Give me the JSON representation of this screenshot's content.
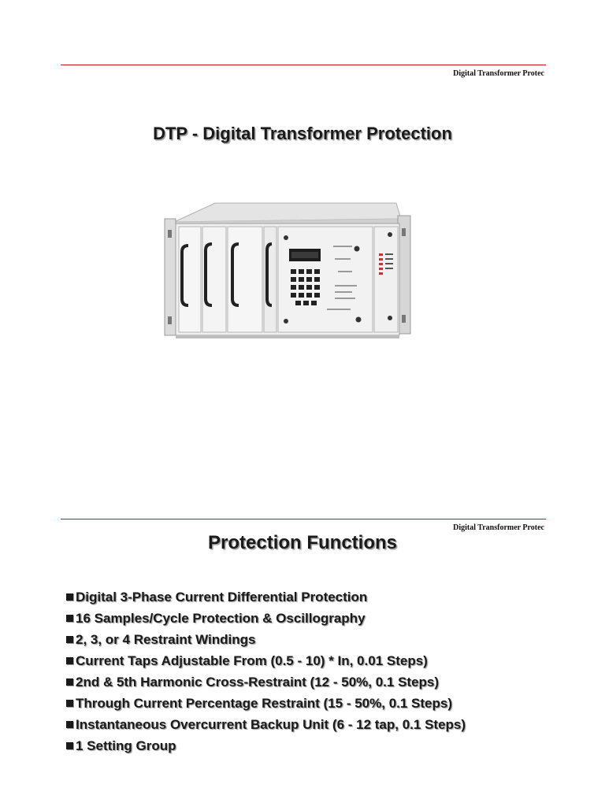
{
  "slide1": {
    "running_head": "Digital Transformer Protec",
    "title": "DTP - Digital Transformer Protection"
  },
  "slide2": {
    "running_head": "Digital Transformer Protec",
    "title": "Protection Functions",
    "bullets": [
      "Digital 3-Phase Current Differential Protection",
      "16 Samples/Cycle Protection & Oscillography",
      "2, 3, or 4 Restraint Windings",
      "Current Taps Adjustable From (0.5 - 10) * In, 0.01 Steps)",
      "2nd & 5th Harmonic Cross-Restraint (12 - 50%, 0.1 Steps)",
      "Through Current Percentage Restraint (15 - 50%, 0.1 Steps)",
      "Instantaneous Overcurrent Backup Unit (6 - 12 tap, 0.1 Steps)",
      "1 Setting Group"
    ]
  },
  "colors": {
    "rule": "#c8102e",
    "text": "#1a1a1a",
    "shadow": "#9a9a9a"
  }
}
